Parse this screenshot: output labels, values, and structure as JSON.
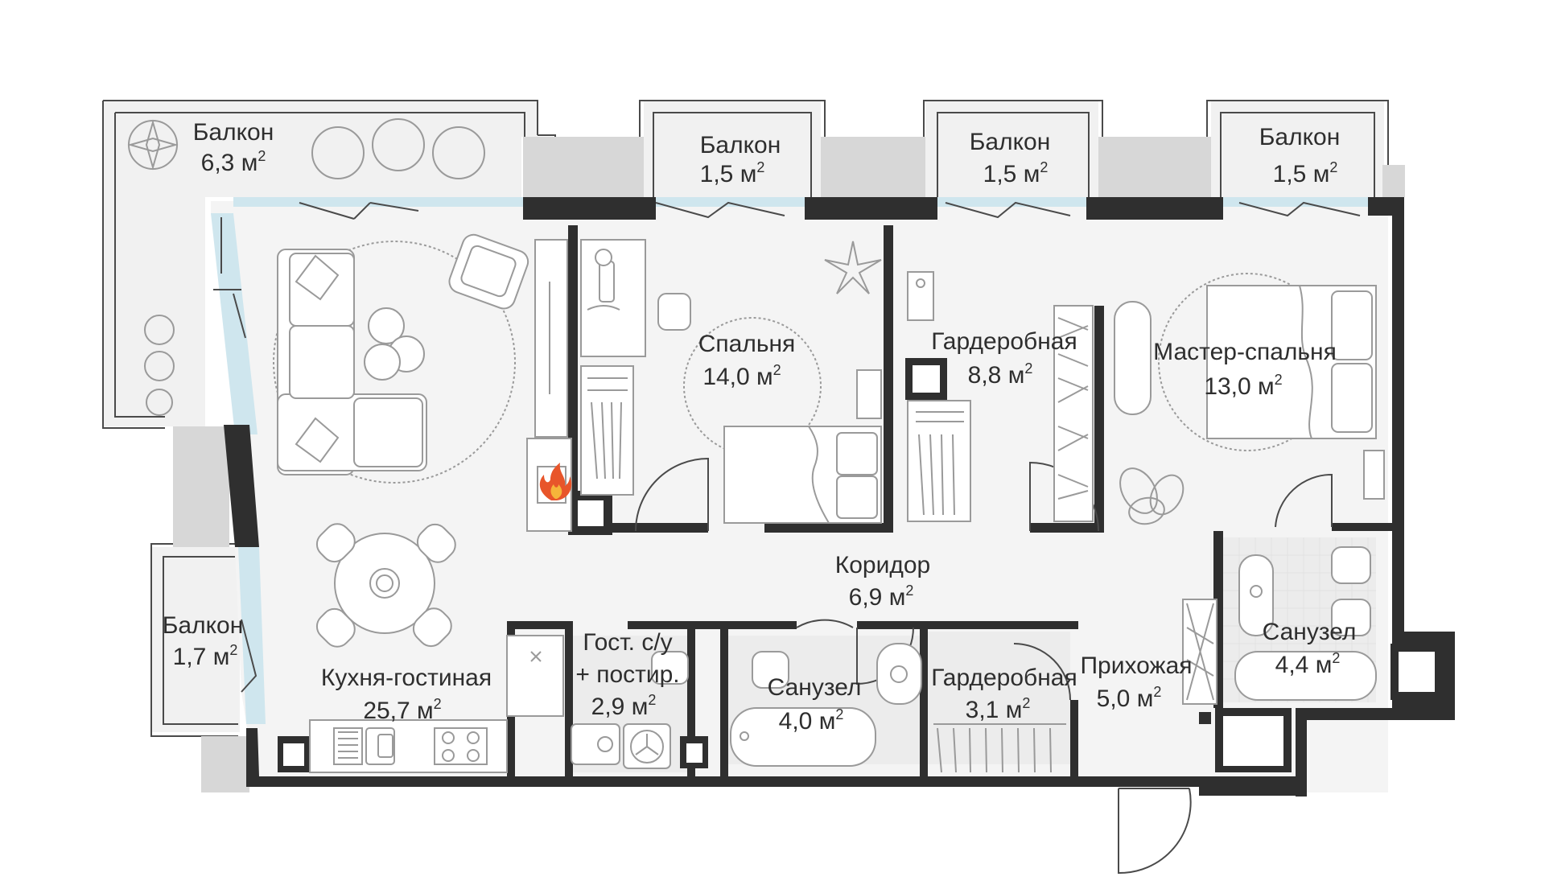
{
  "rooms": {
    "balcony_top_left": {
      "label": "Балкон",
      "area": "6,3 м",
      "unit_sup": "2"
    },
    "balcony_top_1": {
      "label": "Балкон",
      "area": "1,5 м",
      "unit_sup": "2"
    },
    "balcony_top_2": {
      "label": "Балкон",
      "area": "1,5 м",
      "unit_sup": "2"
    },
    "balcony_top_3": {
      "label": "Балкон",
      "area": "1,5 м",
      "unit_sup": "2"
    },
    "balcony_left": {
      "label": "Балкон",
      "area": "1,7 м",
      "unit_sup": "2"
    },
    "bedroom": {
      "label": "Спальня",
      "area": "14,0 м",
      "unit_sup": "2"
    },
    "wardrobe_big": {
      "label": "Гардеробная",
      "area": "8,8 м",
      "unit_sup": "2"
    },
    "master_bedroom": {
      "label": "Мастер-спальня",
      "area": "13,0 м",
      "unit_sup": "2"
    },
    "corridor": {
      "label": "Коридор",
      "area": "6,9 м",
      "unit_sup": "2"
    },
    "kitchen_living": {
      "label": "Кухня-гостиная",
      "area": "25,7 м",
      "unit_sup": "2"
    },
    "guest_wc": {
      "label": "Гост. с/у",
      "label2": "+ постир.",
      "area": "2,9 м",
      "unit_sup": "2"
    },
    "bathroom_1": {
      "label": "Санузел",
      "area": "4,0 м",
      "unit_sup": "2"
    },
    "wardrobe_small": {
      "label": "Гардеробная",
      "area": "3,1 м",
      "unit_sup": "2"
    },
    "hallway": {
      "label": "Прихожая",
      "area": "5,0 м",
      "unit_sup": "2"
    },
    "bathroom_2": {
      "label": "Санузел",
      "area": "4,4 м",
      "unit_sup": "2"
    }
  },
  "colors": {
    "wall": "#2f2f2f",
    "glass": "#cfe6ee",
    "floor": "#f4f4f4",
    "balcony_floor": "#f1f1f1",
    "text": "#2e2e2e",
    "fireplace_flame": "#e8552a"
  },
  "icons": {
    "fireplace": "fireplace-flame-icon"
  }
}
